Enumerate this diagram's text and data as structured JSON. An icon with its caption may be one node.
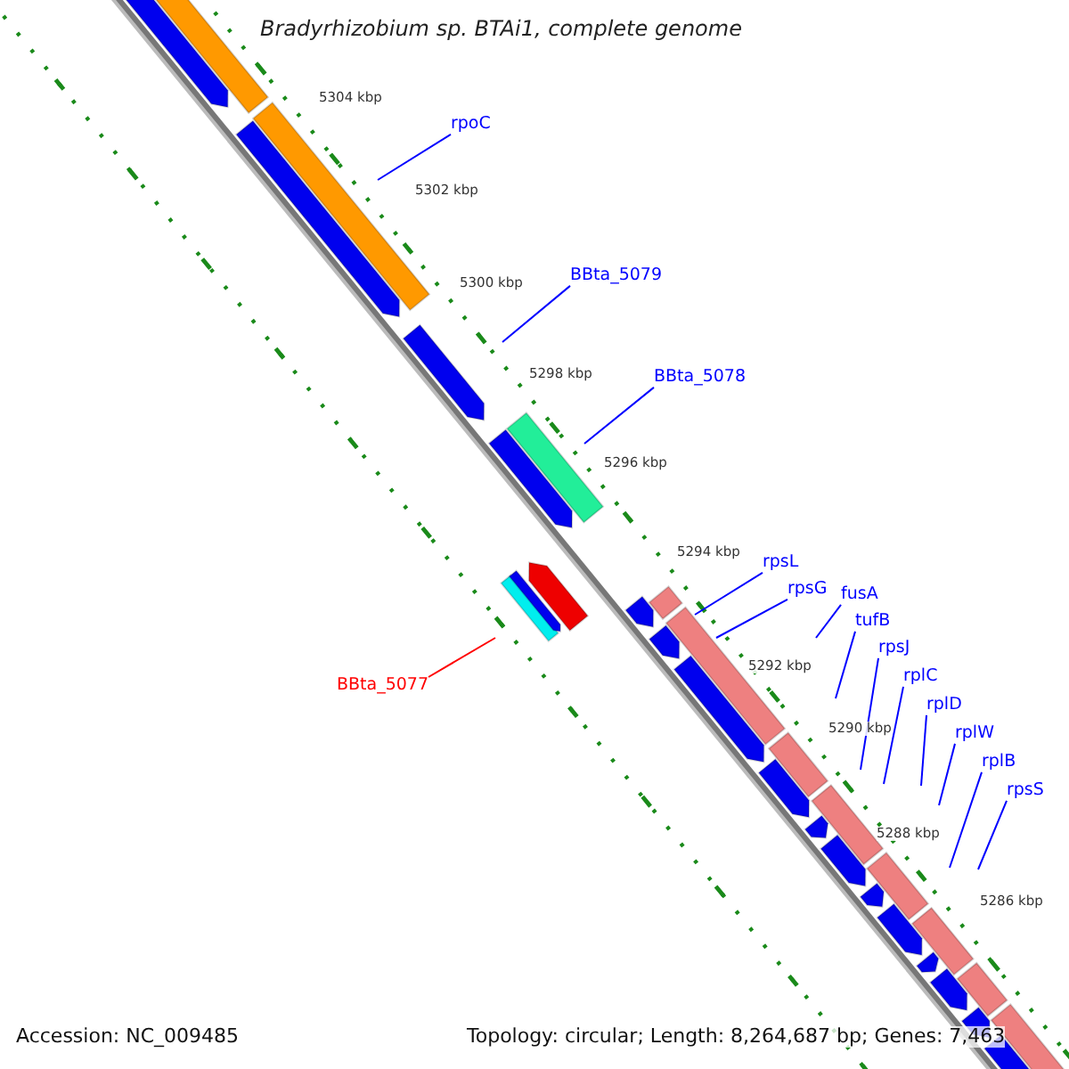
{
  "diagram": {
    "title": "Bradyrhizobium sp. BTAi1, complete genome",
    "nodes": [
      {
        "text": [
          "rpoC"
        ]
      },
      {
        "text": [
          "BBta_5079"
        ]
      },
      {
        "text": [
          "BBta_5078"
        ]
      },
      {
        "text": [
          "rpsL"
        ]
      },
      {
        "text": [
          "rpsG"
        ]
      },
      {
        "text": [
          "fusA"
        ]
      },
      {
        "text": [
          "tufB"
        ]
      },
      {
        "text": [
          "rpsJ"
        ]
      },
      {
        "text": [
          "rplC"
        ]
      },
      {
        "text": [
          "rplD"
        ]
      },
      {
        "text": [
          "rplW"
        ]
      },
      {
        "text": [
          "rplB"
        ]
      },
      {
        "text": [
          "rpsS"
        ]
      },
      {
        "text": [
          "BBta_5077"
        ]
      }
    ],
    "edges": [
      {
        "from": 0,
        "to": null,
        "arrow": "none"
      },
      {
        "from": 1,
        "to": null,
        "arrow": "none"
      },
      {
        "from": 2,
        "to": null,
        "arrow": "none"
      },
      {
        "from": 3,
        "to": null,
        "arrow": "none"
      },
      {
        "from": 4,
        "to": null,
        "arrow": "none"
      },
      {
        "from": 5,
        "to": null,
        "arrow": "none"
      },
      {
        "from": 6,
        "to": null,
        "arrow": "none"
      },
      {
        "from": 7,
        "to": null,
        "arrow": "none"
      },
      {
        "from": 8,
        "to": null,
        "arrow": "none"
      },
      {
        "from": 9,
        "to": null,
        "arrow": "none"
      },
      {
        "from": 10,
        "to": null,
        "arrow": "none"
      },
      {
        "from": 11,
        "to": null,
        "arrow": "none"
      },
      {
        "from": 12,
        "to": null,
        "arrow": "none"
      },
      {
        "from": 13,
        "to": null,
        "arrow": "none",
        "color": "#ff0000"
      }
    ],
    "labels": [
      "5304 kbp",
      "5302 kbp",
      "5300 kbp",
      "5298 kbp",
      "5296 kbp",
      "5294 kbp",
      "5292 kbp",
      "5290 kbp",
      "5288 kbp",
      "5286 kbp",
      "Accession: NC_009485",
      "Topology: circular; Length: 8,264,687 bp; Genes: 7,463"
    ]
  }
}
